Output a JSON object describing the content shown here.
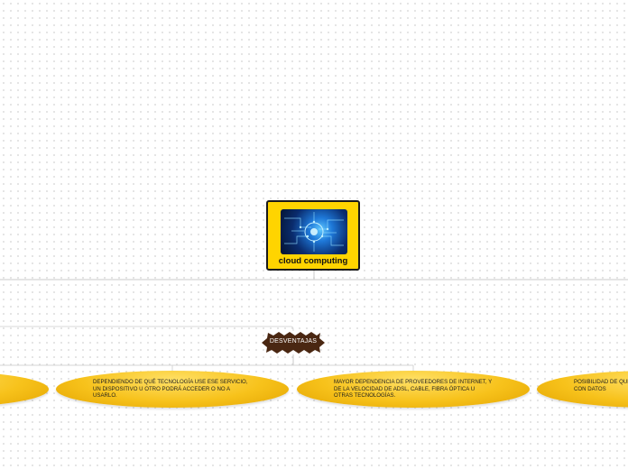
{
  "root": {
    "title": "cloud computing"
  },
  "subtopic": {
    "label": "DESVENTAJAS"
  },
  "leaves": [
    {
      "text": ""
    },
    {
      "text": "DEPENDIENDO DE QUÉ TECNOLOGÍA USE ESE SERVICIO, UN DISPOSITIVO U OTRO PODRÁ ACCEDER O NO A USARLO."
    },
    {
      "text": "MAYOR DEPENDENCIA DE PROVEEDORES DE INTERNET, Y DE LA VELOCIDAD DE ADSL, CABLE, FIBRA ÓPTICA U OTRAS TECNOLOGÍAS."
    },
    {
      "text": "POSIBILIDAD DE QUE REVIENTEN LA SEGURIDAD Y HAGAN CON DATOS"
    }
  ],
  "colors": {
    "node_fill": "#ffd400",
    "leaf_fill": "#f7c21b",
    "burst_fill": "#4a2712",
    "line": "#cfcfcf"
  }
}
